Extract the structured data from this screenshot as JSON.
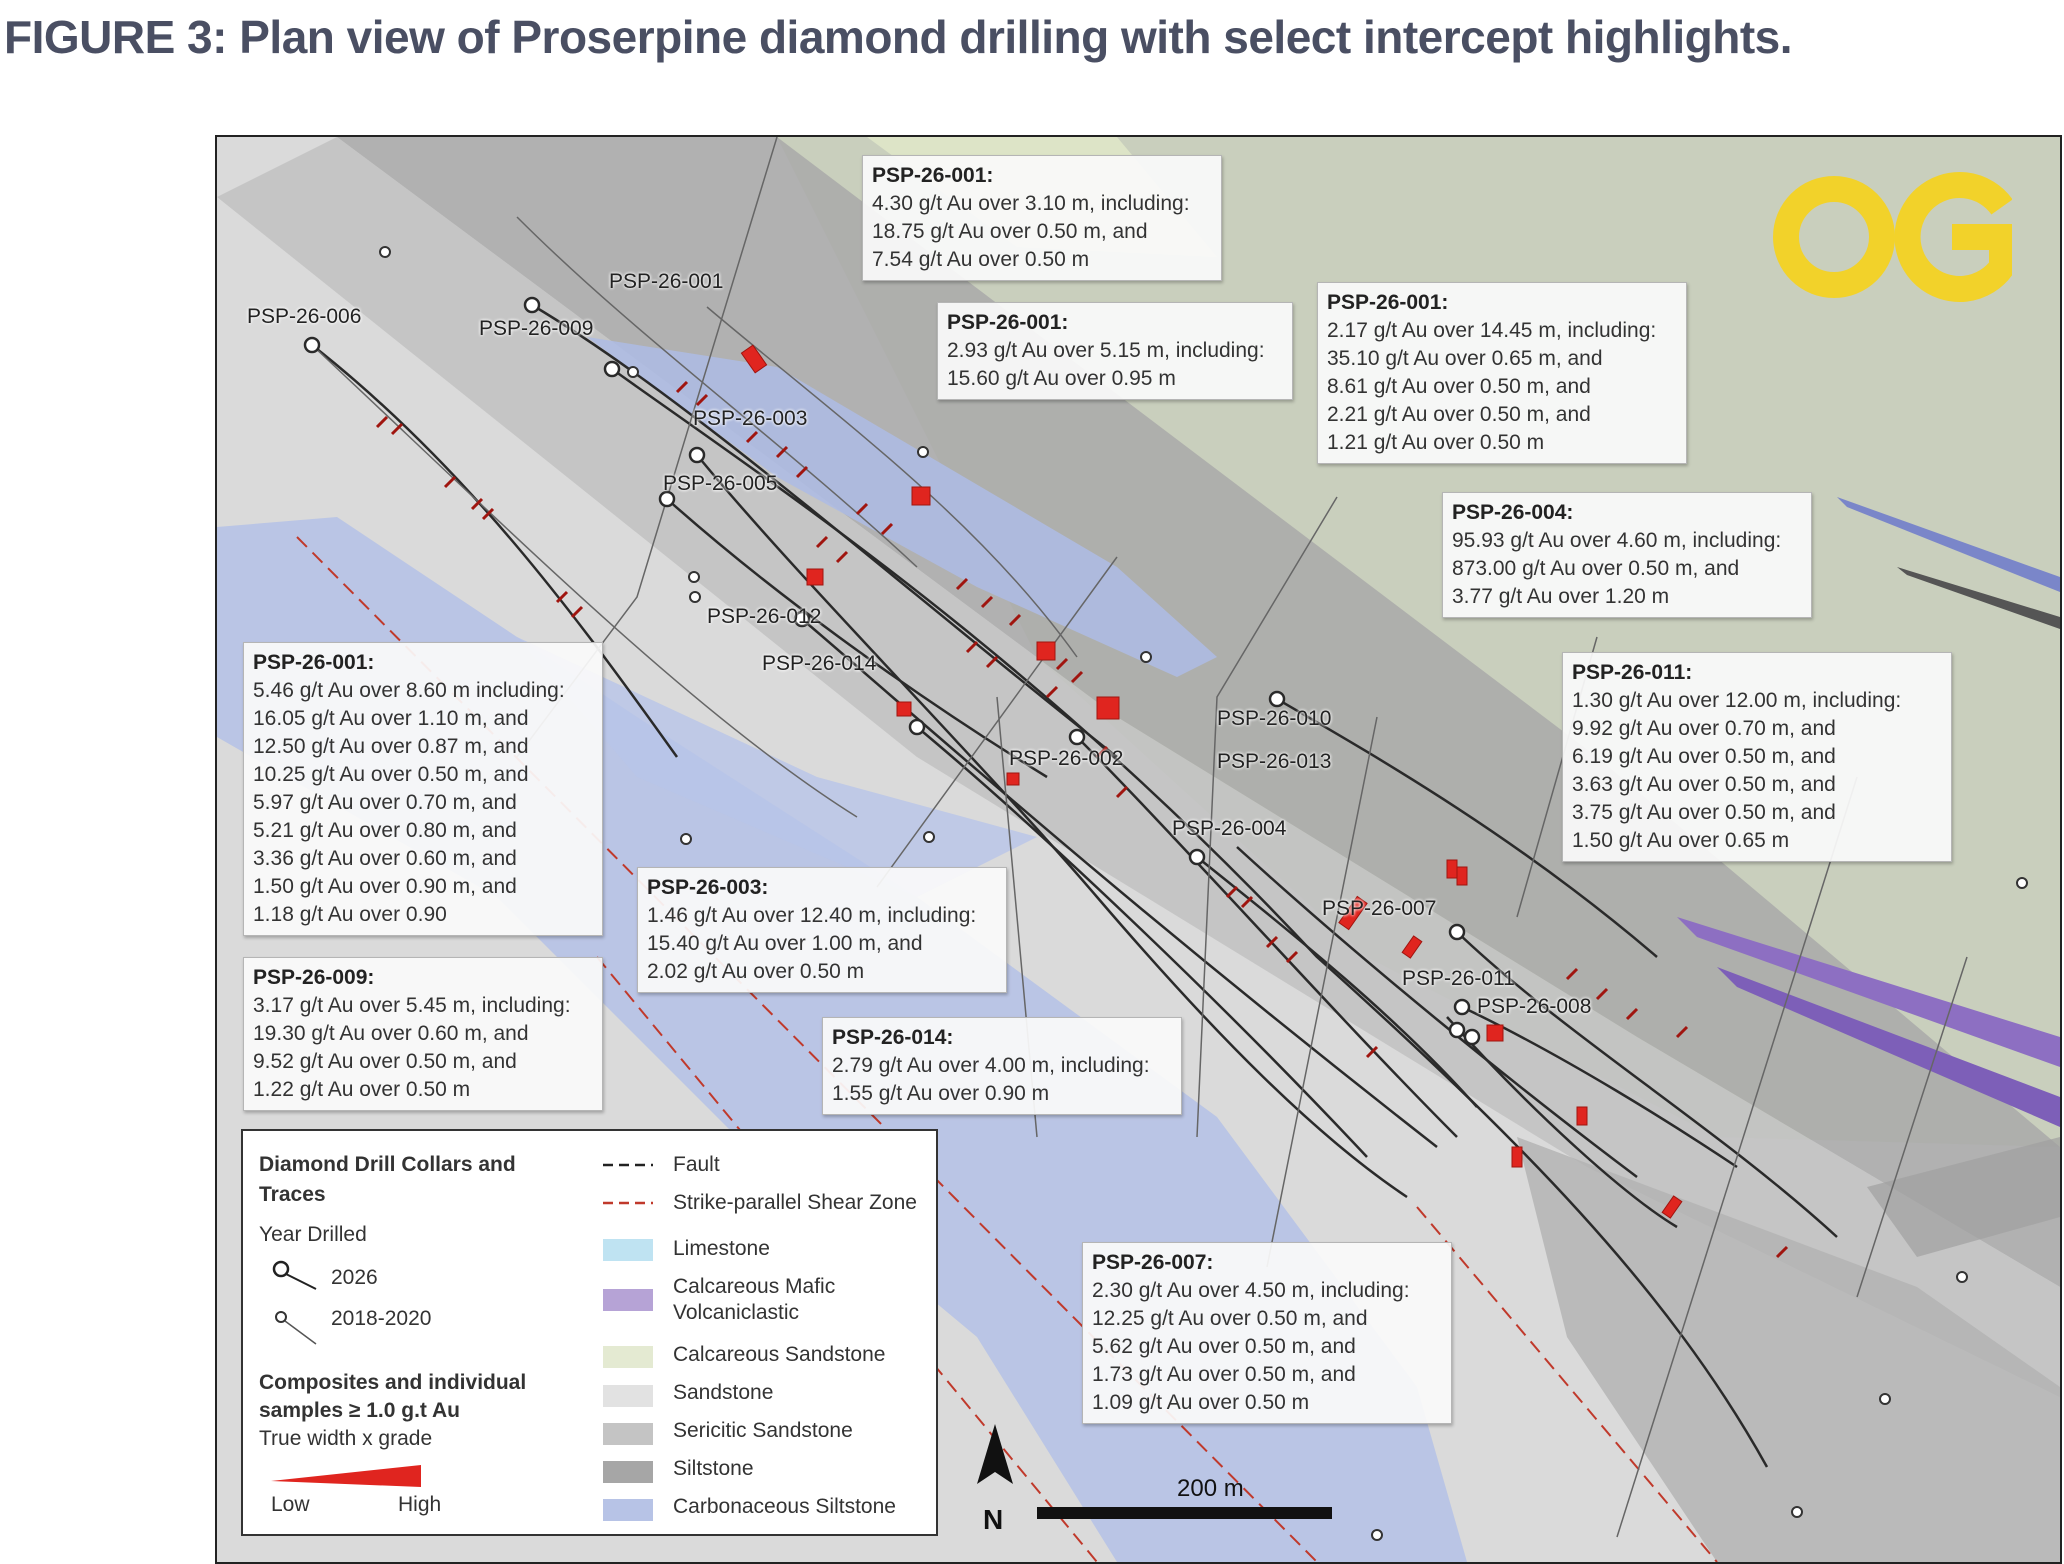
{
  "figure_title": "FIGURE 3: Plan view of Proserpine diamond drilling with select intercept highlights.",
  "logo": {
    "text": "OG",
    "color": "#f2d22a"
  },
  "hole_labels": [
    "PSP-26-006",
    "PSP-26-009",
    "PSP-26-001",
    "PSP-26-003",
    "PSP-26-005",
    "PSP-26-012",
    "PSP-26-014",
    "PSP-26-010",
    "PSP-26-013",
    "PSP-26-002",
    "PSP-26-004",
    "PSP-26-007",
    "PSP-26-011",
    "PSP-26-008"
  ],
  "callouts": [
    {
      "hole": "PSP-26-001:",
      "lines": [
        "4.30 g/t Au over 3.10 m, including:",
        "18.75 g/t Au over 0.50 m, and",
        "7.54 g/t Au over 0.50 m"
      ]
    },
    {
      "hole": "PSP-26-001:",
      "lines": [
        "2.93 g/t Au over 5.15 m, including:",
        "15.60 g/t Au over 0.95 m"
      ]
    },
    {
      "hole": "PSP-26-001:",
      "lines": [
        "2.17 g/t Au over 14.45 m, including:",
        "35.10 g/t Au over 0.65 m, and",
        "8.61 g/t Au over 0.50 m, and",
        "2.21 g/t Au over 0.50 m, and",
        "1.21 g/t Au over 0.50 m"
      ]
    },
    {
      "hole": "PSP-26-004:",
      "lines": [
        "95.93 g/t  Au over 4.60 m, including:",
        "873.00 g/t Au over 0.50 m, and",
        "3.77 g/t Au over 1.20 m"
      ]
    },
    {
      "hole": "PSP-26-011:",
      "lines": [
        "1.30 g/t Au over 12.00 m, including:",
        "9.92 g/t Au over 0.70 m, and",
        "6.19 g/t Au over 0.50 m, and",
        "3.63 g/t Au over 0.50 m, and",
        "3.75 g/t Au over 0.50 m, and",
        "1.50 g/t Au over 0.65 m"
      ]
    },
    {
      "hole": "PSP-26-001:",
      "lines": [
        "5.46 g/t Au over 8.60 m including:",
        "16.05 g/t Au over 1.10 m, and",
        "12.50 g/t Au over 0.87 m, and",
        "10.25 g/t Au over 0.50 m, and",
        "5.97 g/t Au over 0.70 m, and",
        "5.21 g/t Au over 0.80 m, and",
        "3.36 g/t Au over 0.60 m, and",
        "1.50 g/t Au over 0.90 m, and",
        "1.18 g/t Au over 0.90"
      ]
    },
    {
      "hole": "PSP-26-003:",
      "lines": [
        "1.46 g/t Au over 12.40 m, including:",
        "15.40 g/t Au over 1.00 m, and",
        "2.02 g/t Au over 0.50 m"
      ]
    },
    {
      "hole": "PSP-26-009:",
      "lines": [
        "3.17 g/t Au over 5.45 m, including:",
        "19.30 g/t Au over 0.60 m, and",
        "9.52 g/t Au over 0.50 m, and",
        "1.22 g/t Au over 0.50 m"
      ]
    },
    {
      "hole": "PSP-26-014:",
      "lines": [
        "2.79 g/t Au over 4.00 m, including:",
        "1.55 g/t Au over 0.90 m"
      ]
    },
    {
      "hole": "PSP-26-007:",
      "lines": [
        "2.30 g/t Au over 4.50 m, including:",
        "12.25 g/t Au over 0.50 m, and",
        "5.62 g/t Au over 0.50 m, and",
        "1.73 g/t Au over 0.50 m, and",
        "1.09 g/t Au over 0.50 m"
      ]
    }
  ],
  "legend": {
    "collars_title_1": "Diamond Drill Collars and",
    "collars_title_2": "Traces",
    "year_drilled": "Year Drilled",
    "year_2026": "2026",
    "year_2018": "2018-2020",
    "composites_1": "Composites and individual",
    "composites_2": "samples ≥ 1.0 g.t Au",
    "true_width": "True width x grade",
    "low": "Low",
    "high": "High",
    "fault": "Fault",
    "shear": "Strike-parallel Shear Zone",
    "units": [
      {
        "name": "Limestone",
        "color": "#bfe3f2"
      },
      {
        "name": "Calcareous Mafic",
        "name2": "Volcaniclastic",
        "color": "#b6a3d6"
      },
      {
        "name": "Calcareous Sandstone",
        "color": "#e4ead2"
      },
      {
        "name": "Sandstone",
        "color": "#e2e2e2"
      },
      {
        "name": "Sericitic Sandstone",
        "color": "#c4c4c4"
      },
      {
        "name": "Siltstone",
        "color": "#a6a6a6"
      },
      {
        "name": "Carbonaceous Siltstone",
        "color": "#b7c3e6"
      }
    ]
  },
  "north_label": "N",
  "scale_label": "200 m",
  "colors": {
    "intercept": "#e0251f",
    "trace": "#2a2a2a",
    "title": "#4a4f63"
  }
}
